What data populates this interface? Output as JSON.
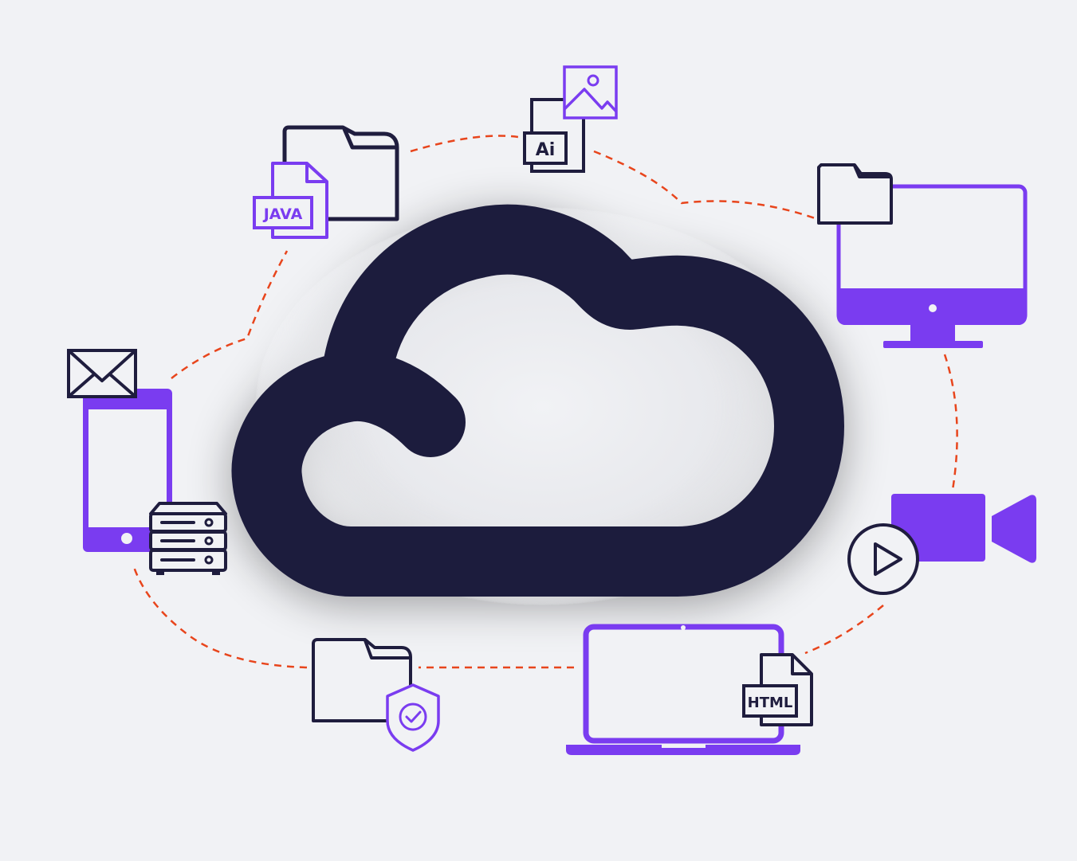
{
  "colors": {
    "background": "#f1f2f5",
    "navy": "#1f1d3e",
    "purple": "#7a3cf0",
    "dash": "#e8451c"
  },
  "labels": {
    "java": "JAVA",
    "ai": "Ai",
    "html": "HTML"
  },
  "icons": [
    "cloud-icon",
    "java-folder-icon",
    "ai-image-file-icon",
    "desktop-folder-icon",
    "video-camera-icon",
    "play-icon",
    "laptop-html-icon",
    "secure-folder-icon",
    "smartphone-icon",
    "mail-icon",
    "server-icon"
  ]
}
